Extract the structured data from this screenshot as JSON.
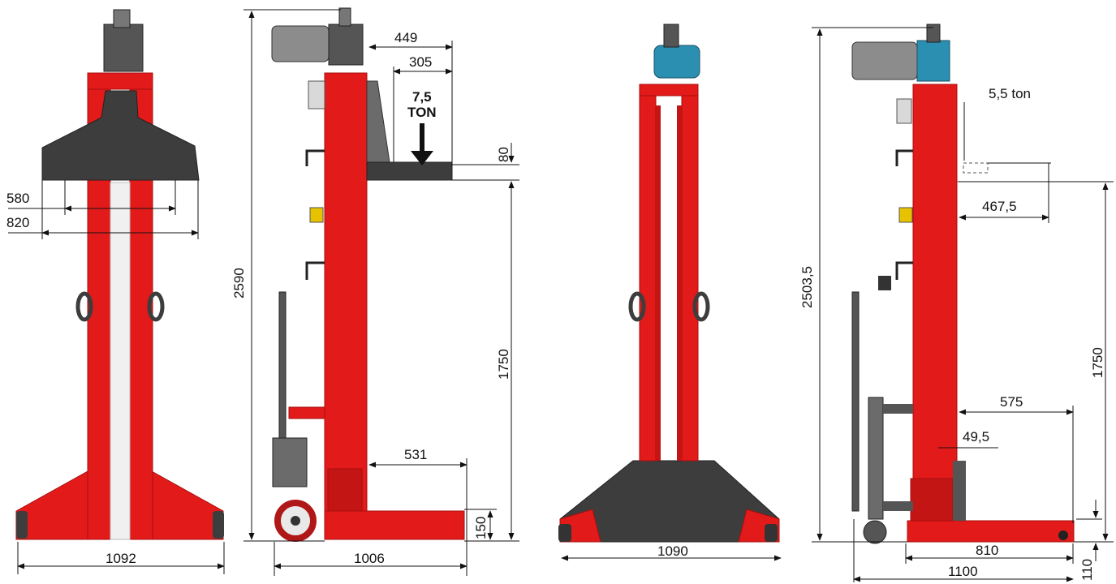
{
  "colors": {
    "frame_red": "#e21a1a",
    "frame_dark_red": "#a80f0f",
    "plate_dark": "#3d3d3d",
    "steel_gray": "#6b6b6b",
    "motor_gray": "#8c8c8c",
    "hydraulic_blue": "#2a8fb0"
  },
  "view1": {
    "dims": {
      "d580": "580",
      "d820": "820",
      "d1092": "1092"
    }
  },
  "view2": {
    "dims": {
      "d449": "449",
      "d305": "305",
      "d80": "80",
      "d2590": "2590",
      "d1750": "1750",
      "d531": "531",
      "d150": "150",
      "d1006": "1006"
    },
    "load": {
      "value": "7,5",
      "unit": "TON"
    }
  },
  "view3": {
    "dims": {
      "d1090": "1090"
    }
  },
  "view4": {
    "dims": {
      "d2503": "2503,5",
      "d467": "467,5",
      "d1750": "1750",
      "d575": "575",
      "d49": "49,5",
      "d810": "810",
      "d1100": "1100",
      "d110": "110"
    },
    "load": {
      "label": "5,5 ton"
    }
  }
}
